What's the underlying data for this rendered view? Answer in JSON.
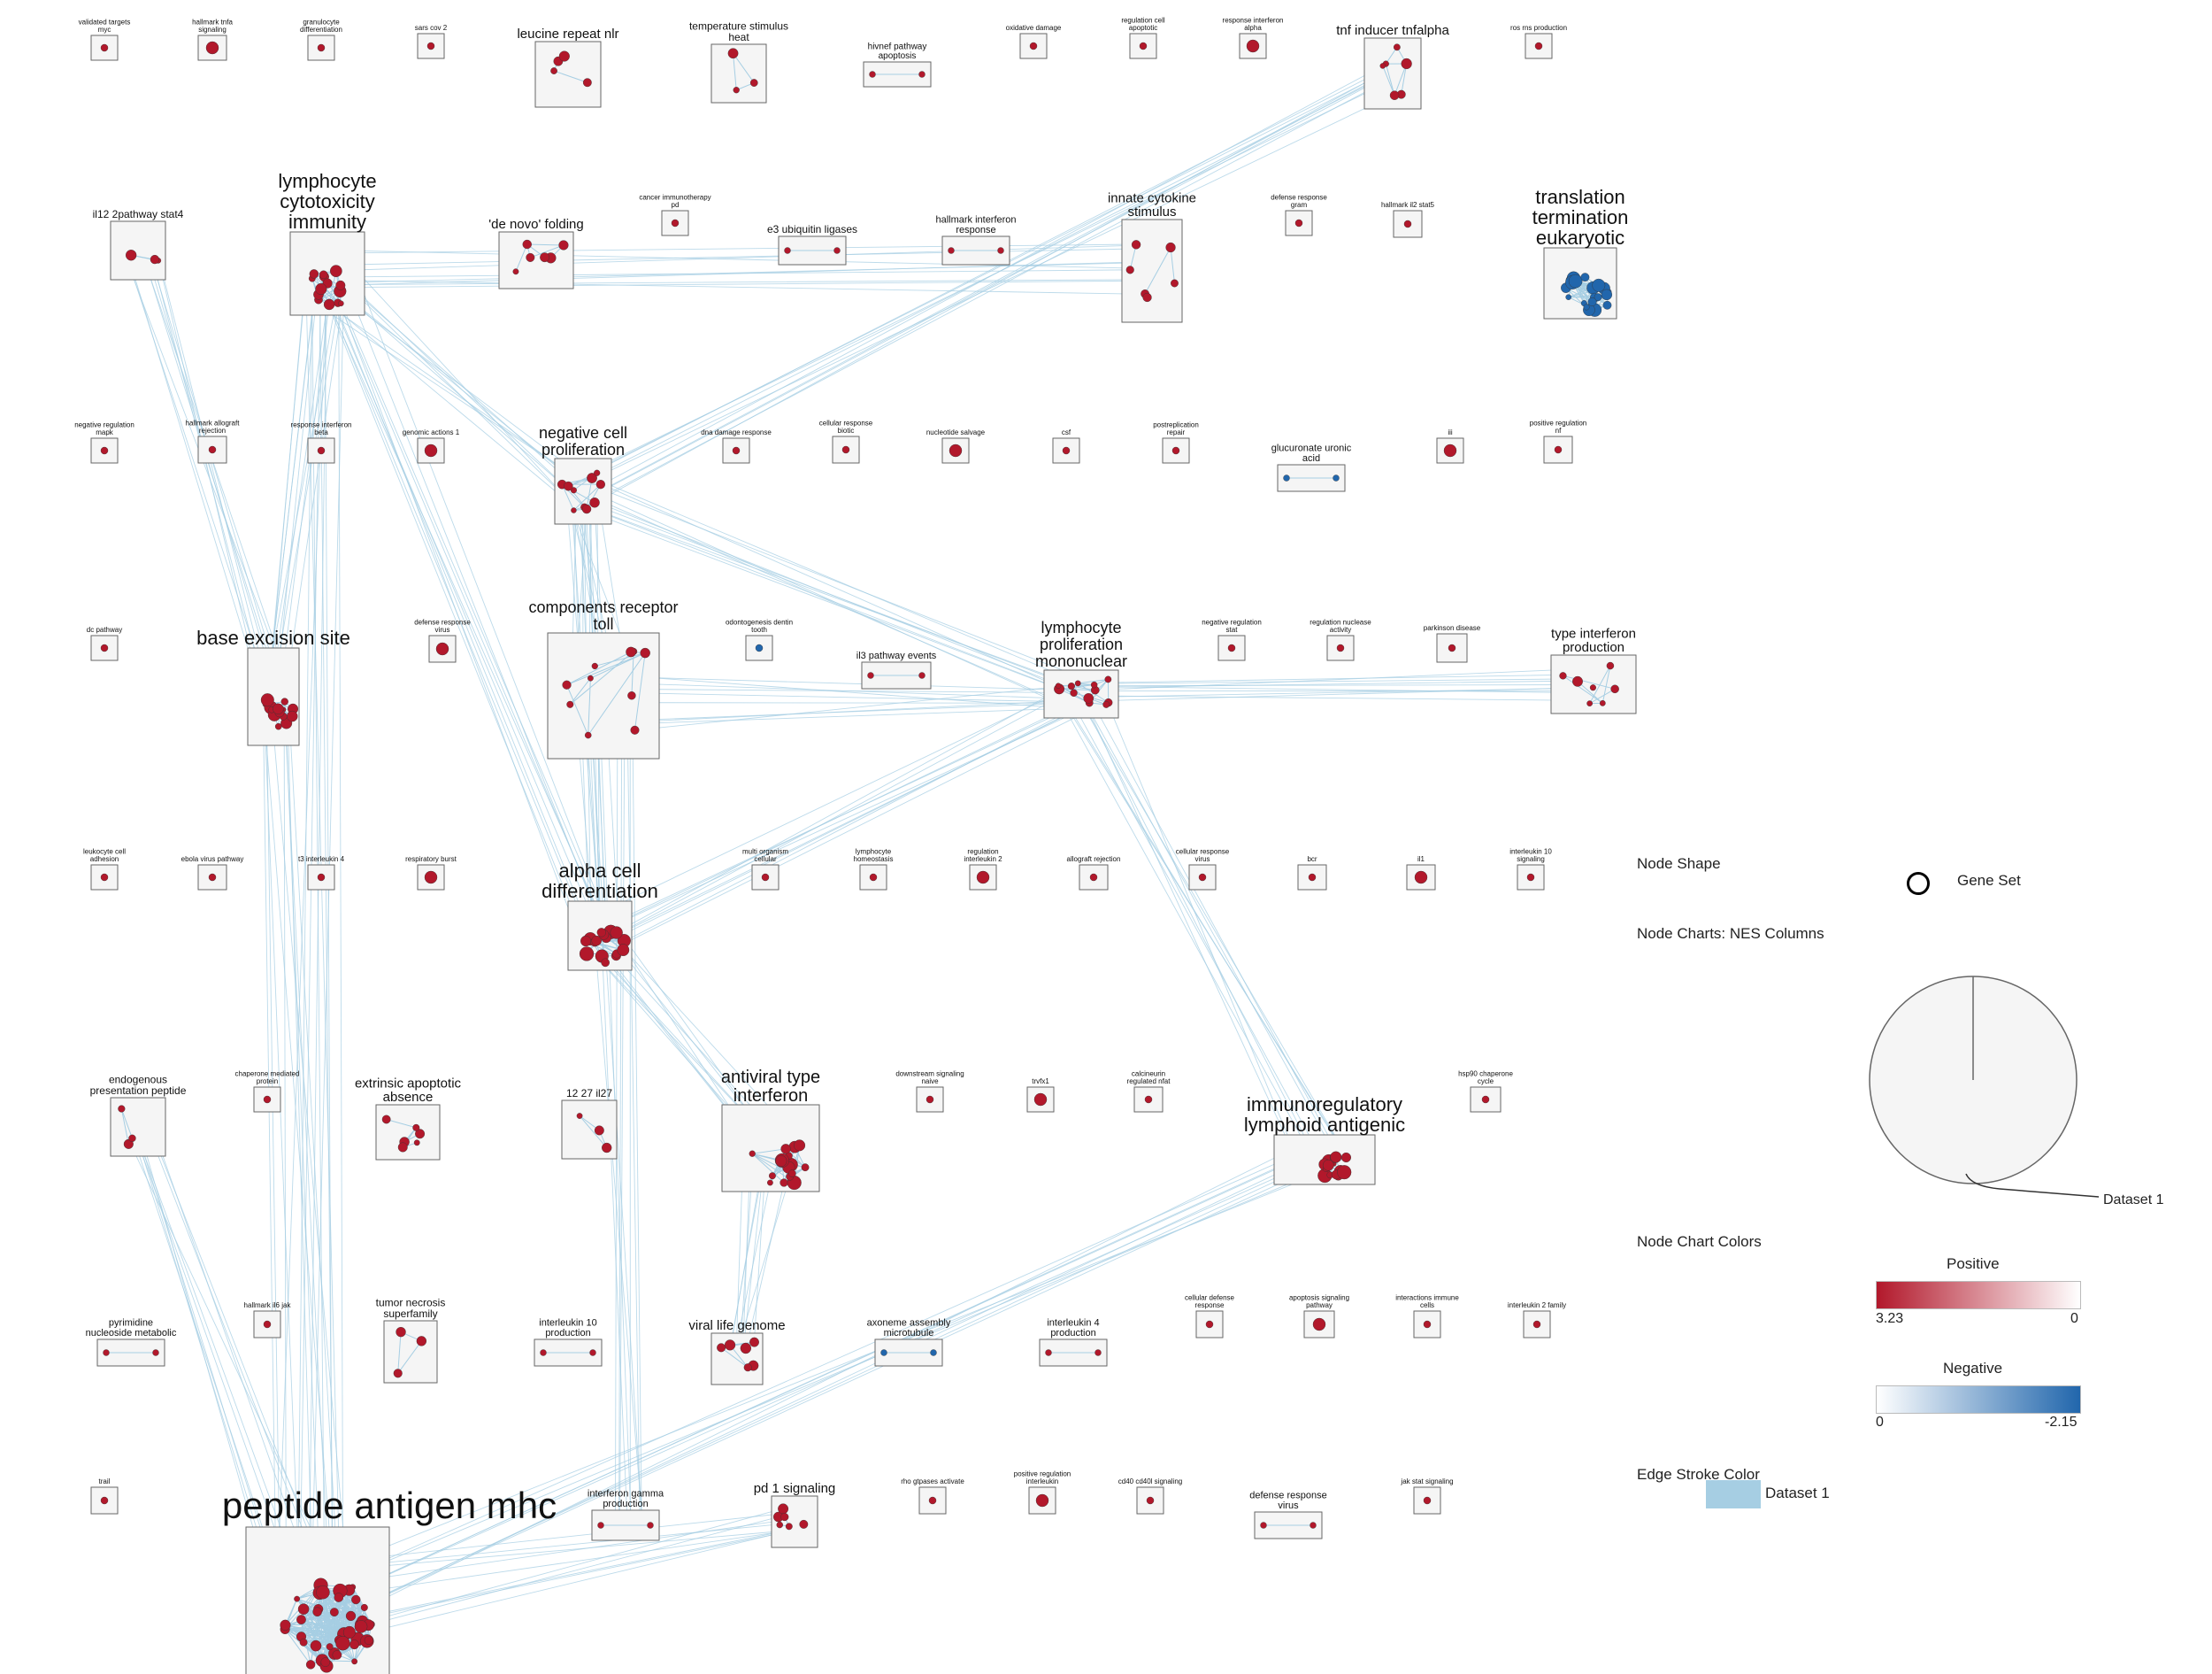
{
  "colors": {
    "positive": "#b2182b",
    "negative": "#2166ac",
    "edge": "#a6cee3",
    "box_fill": "#f5f5f5",
    "box_stroke": "#666666"
  },
  "legend": {
    "node_shape_title": "Node Shape",
    "gene_set_label": "Gene Set",
    "node_charts_title": "Node Charts: NES Columns",
    "pie_dataset_label": "Dataset 1",
    "node_chart_colors_title": "Node Chart Colors",
    "positive_label": "Positive",
    "positive_max": "3.23",
    "positive_min": "0",
    "negative_label": "Negative",
    "negative_min": "0",
    "negative_max": "-2.15",
    "edge_stroke_title": "Edge Stroke Color",
    "edge_dataset_label": "Dataset 1"
  },
  "clusters": [
    {
      "id": "validated-targets-myc",
      "label": "validated targets myc",
      "nodes": 1,
      "sign": "pos"
    },
    {
      "id": "hallmark-tnfa-signaling",
      "label": "hallmark tnfa signaling",
      "nodes": 1,
      "sign": "pos"
    },
    {
      "id": "granulocyte-differentiation",
      "label": "granulocyte differentiation",
      "nodes": 1,
      "sign": "pos"
    },
    {
      "id": "sars-cov-2",
      "label": "sars cov 2",
      "nodes": 1,
      "sign": "pos"
    },
    {
      "id": "leucine-repeat-nlr",
      "label": "leucine repeat nlr",
      "nodes": 4,
      "sign": "pos"
    },
    {
      "id": "temperature-stimulus-heat",
      "label": "temperature stimulus heat",
      "nodes": 3,
      "sign": "pos"
    },
    {
      "id": "hivnef-pathway-apoptosis",
      "label": "hivnef pathway apoptosis",
      "nodes": 2,
      "sign": "pos"
    },
    {
      "id": "oxidative-damage",
      "label": "oxidative damage",
      "nodes": 1,
      "sign": "pos"
    },
    {
      "id": "regulation-cell-apoptotic",
      "label": "regulation cell apoptotic",
      "nodes": 1,
      "sign": "pos"
    },
    {
      "id": "response-interferon-alpha",
      "label": "response interferon alpha",
      "nodes": 1,
      "sign": "pos"
    },
    {
      "id": "tnf-inducer-tnfalpha",
      "label": "tnf inducer tnfalpha",
      "nodes": 6,
      "sign": "pos"
    },
    {
      "id": "ros-rns-production",
      "label": "ros rns production",
      "nodes": 1,
      "sign": "pos"
    },
    {
      "id": "il12-2pathway-stat4",
      "label": "il12 2pathway stat4",
      "nodes": 3,
      "sign": "pos"
    },
    {
      "id": "lymphocyte-cytotoxicity-immunity",
      "label": "lymphocyte cytotoxicity immunity",
      "nodes": 14,
      "sign": "pos"
    },
    {
      "id": "de-novo-folding",
      "label": "'de novo' folding",
      "nodes": 6,
      "sign": "pos"
    },
    {
      "id": "cancer-immunotherapy-pd",
      "label": "cancer immunotherapy pd",
      "nodes": 1,
      "sign": "pos"
    },
    {
      "id": "e3-ubiquitin-ligases",
      "label": "e3 ubiquitin ligases",
      "nodes": 2,
      "sign": "pos"
    },
    {
      "id": "hallmark-interferon-response",
      "label": "hallmark interferon response",
      "nodes": 2,
      "sign": "pos"
    },
    {
      "id": "innate-cytokine-stimulus",
      "label": "innate cytokine stimulus",
      "nodes": 6,
      "sign": "pos"
    },
    {
      "id": "defense-response-gram",
      "label": "defense response gram",
      "nodes": 1,
      "sign": "pos"
    },
    {
      "id": "hallmark-il2-stat5",
      "label": "hallmark il2 stat5",
      "nodes": 1,
      "sign": "pos"
    },
    {
      "id": "translation-termination-eukaryotic",
      "label": "translation termination eukaryotic",
      "nodes": 20,
      "sign": "neg"
    },
    {
      "id": "negative-regulation-mapk",
      "label": "negative regulation mapk",
      "nodes": 1,
      "sign": "pos"
    },
    {
      "id": "hallmark-allograft-rejection",
      "label": "hallmark allograft rejection",
      "nodes": 1,
      "sign": "pos"
    },
    {
      "id": "response-interferon-beta",
      "label": "response interferon beta",
      "nodes": 1,
      "sign": "pos"
    },
    {
      "id": "genomic-actions-1",
      "label": "genomic actions 1",
      "nodes": 1,
      "sign": "pos"
    },
    {
      "id": "negative-cell-proliferation",
      "label": "negative cell proliferation",
      "nodes": 10,
      "sign": "pos"
    },
    {
      "id": "dna-damage-response",
      "label": "dna damage response",
      "nodes": 1,
      "sign": "pos"
    },
    {
      "id": "cellular-response-biotic",
      "label": "cellular response biotic",
      "nodes": 1,
      "sign": "pos"
    },
    {
      "id": "nucleotide-salvage",
      "label": "nucleotide salvage",
      "nodes": 1,
      "sign": "pos"
    },
    {
      "id": "csf",
      "label": "csf",
      "nodes": 1,
      "sign": "pos"
    },
    {
      "id": "postreplication-repair",
      "label": "postreplication repair",
      "nodes": 1,
      "sign": "pos"
    },
    {
      "id": "glucuronate-uronic-acid",
      "label": "glucuronate uronic acid",
      "nodes": 2,
      "sign": "neg"
    },
    {
      "id": "iii",
      "label": "iii",
      "nodes": 1,
      "sign": "pos"
    },
    {
      "id": "positive-regulation-nf",
      "label": "positive regulation nf",
      "nodes": 1,
      "sign": "pos"
    },
    {
      "id": "dc-pathway",
      "label": "dc pathway",
      "nodes": 1,
      "sign": "pos"
    },
    {
      "id": "base-excision-site",
      "label": "base excision site",
      "nodes": 14,
      "sign": "pos"
    },
    {
      "id": "defense-response-virus-a",
      "label": "defense response virus",
      "nodes": 1,
      "sign": "pos"
    },
    {
      "id": "components-receptor-toll",
      "label": "components receptor toll",
      "nodes": 10,
      "sign": "pos"
    },
    {
      "id": "odontogenesis-dentin-tooth",
      "label": "odontogenesis dentin tooth",
      "nodes": 1,
      "sign": "neg"
    },
    {
      "id": "il3-pathway-events",
      "label": "il3 pathway events",
      "nodes": 2,
      "sign": "pos"
    },
    {
      "id": "lymphocyte-proliferation-mononuclear",
      "label": "lymphocyte proliferation mononuclear",
      "nodes": 12,
      "sign": "pos"
    },
    {
      "id": "negative-regulation-stat",
      "label": "negative regulation stat",
      "nodes": 1,
      "sign": "pos"
    },
    {
      "id": "regulation-nuclease-activity",
      "label": "regulation nuclease activity",
      "nodes": 1,
      "sign": "pos"
    },
    {
      "id": "parkinson-disease",
      "label": "parkinson disease",
      "nodes": 1,
      "sign": "pos"
    },
    {
      "id": "type-interferon-production",
      "label": "type interferon production",
      "nodes": 7,
      "sign": "pos"
    },
    {
      "id": "leukocyte-cell-adhesion",
      "label": "leukocyte cell adhesion",
      "nodes": 1,
      "sign": "pos"
    },
    {
      "id": "ebola-virus-pathway",
      "label": "ebola virus pathway",
      "nodes": 1,
      "sign": "pos"
    },
    {
      "id": "t3-interleukin-4",
      "label": "t3 interleukin 4",
      "nodes": 1,
      "sign": "pos"
    },
    {
      "id": "respiratory-burst",
      "label": "respiratory burst",
      "nodes": 1,
      "sign": "pos"
    },
    {
      "id": "alpha-cell-differentiation",
      "label": "alpha cell differentiation",
      "nodes": 16,
      "sign": "pos"
    },
    {
      "id": "multi-organism-cellular",
      "label": "multi organism cellular",
      "nodes": 1,
      "sign": "pos"
    },
    {
      "id": "lymphocyte-homeostasis",
      "label": "lymphocyte homeostasis",
      "nodes": 1,
      "sign": "pos"
    },
    {
      "id": "regulation-interleukin-2",
      "label": "regulation interleukin 2",
      "nodes": 1,
      "sign": "pos"
    },
    {
      "id": "allograft-rejection",
      "label": "allograft rejection",
      "nodes": 1,
      "sign": "pos"
    },
    {
      "id": "cellular-response-virus",
      "label": "cellular response virus",
      "nodes": 1,
      "sign": "pos"
    },
    {
      "id": "bcr",
      "label": "bcr",
      "nodes": 1,
      "sign": "pos"
    },
    {
      "id": "il1",
      "label": "il1",
      "nodes": 1,
      "sign": "pos"
    },
    {
      "id": "interleukin-10-signaling",
      "label": "interleukin 10 signaling",
      "nodes": 1,
      "sign": "pos"
    },
    {
      "id": "endogenous-presentation-peptide",
      "label": "endogenous presentation peptide",
      "nodes": 3,
      "sign": "pos"
    },
    {
      "id": "chaperone-mediated-protein",
      "label": "chaperone mediated protein",
      "nodes": 1,
      "sign": "pos"
    },
    {
      "id": "extrinsic-apoptotic-absence",
      "label": "extrinsic apoptotic absence",
      "nodes": 6,
      "sign": "pos"
    },
    {
      "id": "12-27-il27",
      "label": "12 27 il27",
      "nodes": 3,
      "sign": "pos"
    },
    {
      "id": "antiviral-type-interferon",
      "label": "antiviral type interferon",
      "nodes": 16,
      "sign": "pos"
    },
    {
      "id": "downstream-signaling-naive",
      "label": "downstream signaling naive",
      "nodes": 1,
      "sign": "pos"
    },
    {
      "id": "trvfx1",
      "label": "trvfx1",
      "nodes": 1,
      "sign": "pos"
    },
    {
      "id": "calcineurin-regulated-nfat",
      "label": "calcineurin regulated nfat",
      "nodes": 1,
      "sign": "pos"
    },
    {
      "id": "immunoregulatory-lymphoid-antigenic",
      "label": "immunoregulatory lymphoid antigenic",
      "nodes": 14,
      "sign": "pos"
    },
    {
      "id": "hsp90-chaperone-cycle",
      "label": "hsp90 chaperone cycle",
      "nodes": 1,
      "sign": "pos"
    },
    {
      "id": "pyrimidine-nucleoside-metabolic",
      "label": "pyrimidine nucleoside metabolic",
      "nodes": 2,
      "sign": "pos"
    },
    {
      "id": "hallmark-il6-jak",
      "label": "hallmark il6 jak",
      "nodes": 1,
      "sign": "pos"
    },
    {
      "id": "tumor-necrosis-superfamily",
      "label": "tumor necrosis superfamily",
      "nodes": 3,
      "sign": "pos"
    },
    {
      "id": "interleukin-10-production",
      "label": "interleukin 10 production",
      "nodes": 2,
      "sign": "pos"
    },
    {
      "id": "viral-life-genome",
      "label": "viral life genome",
      "nodes": 6,
      "sign": "pos"
    },
    {
      "id": "axoneme-assembly-microtubule",
      "label": "axoneme assembly microtubule",
      "nodes": 2,
      "sign": "neg"
    },
    {
      "id": "interleukin-4-production",
      "label": "interleukin 4 production",
      "nodes": 2,
      "sign": "pos"
    },
    {
      "id": "cellular-defense-response",
      "label": "cellular defense response",
      "nodes": 1,
      "sign": "pos"
    },
    {
      "id": "apoptosis-signaling-pathway",
      "label": "apoptosis signaling pathway",
      "nodes": 1,
      "sign": "pos"
    },
    {
      "id": "interactions-immune-cells",
      "label": "interactions immune cells",
      "nodes": 1,
      "sign": "pos"
    },
    {
      "id": "interleukin-2-family",
      "label": "interleukin 2 family",
      "nodes": 1,
      "sign": "pos"
    },
    {
      "id": "trail",
      "label": "trail",
      "nodes": 1,
      "sign": "pos"
    },
    {
      "id": "peptide-antigen-mhc",
      "label": "peptide antigen mhc",
      "nodes": 45,
      "sign": "pos"
    },
    {
      "id": "interferon-gamma-production",
      "label": "interferon gamma production",
      "nodes": 2,
      "sign": "pos"
    },
    {
      "id": "pd-1-signaling",
      "label": "pd 1 signaling",
      "nodes": 6,
      "sign": "pos"
    },
    {
      "id": "rho-gtpases-activate",
      "label": "rho gtpases activate",
      "nodes": 1,
      "sign": "pos"
    },
    {
      "id": "positive-regulation-interleukin",
      "label": "positive regulation interleukin",
      "nodes": 1,
      "sign": "pos"
    },
    {
      "id": "cd40-cd40l-signaling",
      "label": "cd40 cd40l signaling",
      "nodes": 1,
      "sign": "pos"
    },
    {
      "id": "defense-response-virus-b",
      "label": "defense response virus",
      "nodes": 2,
      "sign": "pos"
    },
    {
      "id": "jak-stat-signaling",
      "label": "jak stat signaling",
      "nodes": 1,
      "sign": "pos"
    }
  ],
  "edges": [
    [
      "lymphocyte-cytotoxicity-immunity",
      "negative-cell-proliferation"
    ],
    [
      "lymphocyte-cytotoxicity-immunity",
      "alpha-cell-differentiation"
    ],
    [
      "lymphocyte-cytotoxicity-immunity",
      "peptide-antigen-mhc"
    ],
    [
      "lymphocyte-cytotoxicity-immunity",
      "innate-cytokine-stimulus"
    ],
    [
      "lymphocyte-cytotoxicity-immunity",
      "base-excision-site"
    ],
    [
      "negative-cell-proliferation",
      "lymphocyte-proliferation-mononuclear"
    ],
    [
      "negative-cell-proliferation",
      "alpha-cell-differentiation"
    ],
    [
      "negative-cell-proliferation",
      "components-receptor-toll"
    ],
    [
      "lymphocyte-proliferation-mononuclear",
      "alpha-cell-differentiation"
    ],
    [
      "lymphocyte-proliferation-mononuclear",
      "immunoregulatory-lymphoid-antigenic"
    ],
    [
      "lymphocyte-proliferation-mononuclear",
      "type-interferon-production"
    ],
    [
      "lymphocyte-proliferation-mononuclear",
      "components-receptor-toll"
    ],
    [
      "base-excision-site",
      "peptide-antigen-mhc"
    ],
    [
      "endogenous-presentation-peptide",
      "peptide-antigen-mhc"
    ],
    [
      "immunoregulatory-lymphoid-antigenic",
      "peptide-antigen-mhc"
    ],
    [
      "pd-1-signaling",
      "peptide-antigen-mhc"
    ],
    [
      "components-receptor-toll",
      "interferon-gamma-production"
    ],
    [
      "alpha-cell-differentiation",
      "antiviral-type-interferon"
    ],
    [
      "antiviral-type-interferon",
      "viral-life-genome"
    ],
    [
      "negative-cell-proliferation",
      "tnf-inducer-tnfalpha"
    ],
    [
      "il12-2pathway-stat4",
      "base-excision-site"
    ]
  ]
}
